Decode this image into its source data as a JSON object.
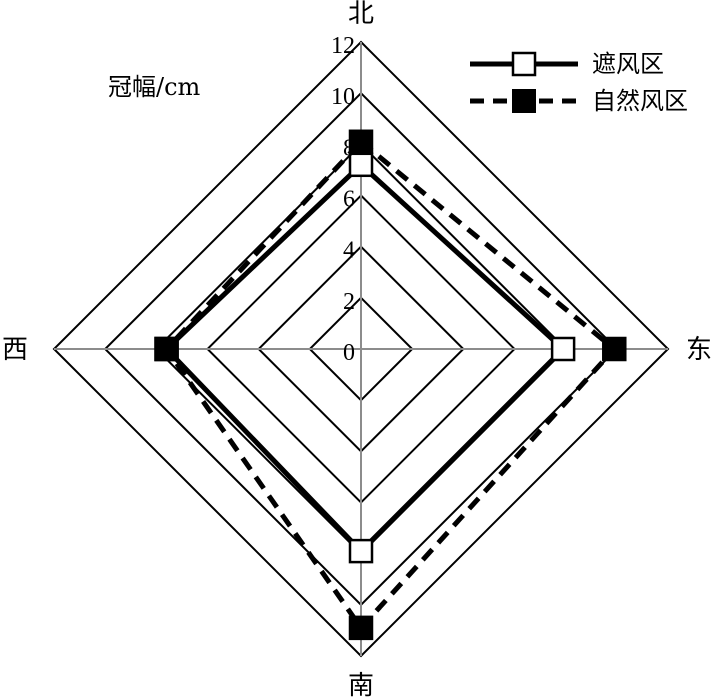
{
  "chart_data": {
    "type": "radar",
    "unit_label": "冠幅/cm",
    "axes": [
      "北",
      "东",
      "南",
      "西"
    ],
    "scale": {
      "min": 0,
      "max": 12,
      "step": 2
    },
    "ticks": [
      "0",
      "2",
      "4",
      "6",
      "8",
      "10",
      "12"
    ],
    "series": [
      {
        "name": "遮风区",
        "values": [
          7.2,
          7.9,
          7.9,
          7.6
        ],
        "line_style": "solid",
        "marker": "hollow-square",
        "color": "#000000"
      },
      {
        "name": "自然风区",
        "values": [
          8.1,
          9.9,
          10.9,
          7.6
        ],
        "line_style": "dashed",
        "marker": "filled-square",
        "color": "#000000"
      }
    ],
    "legend_position": "top-right",
    "grid": true
  }
}
